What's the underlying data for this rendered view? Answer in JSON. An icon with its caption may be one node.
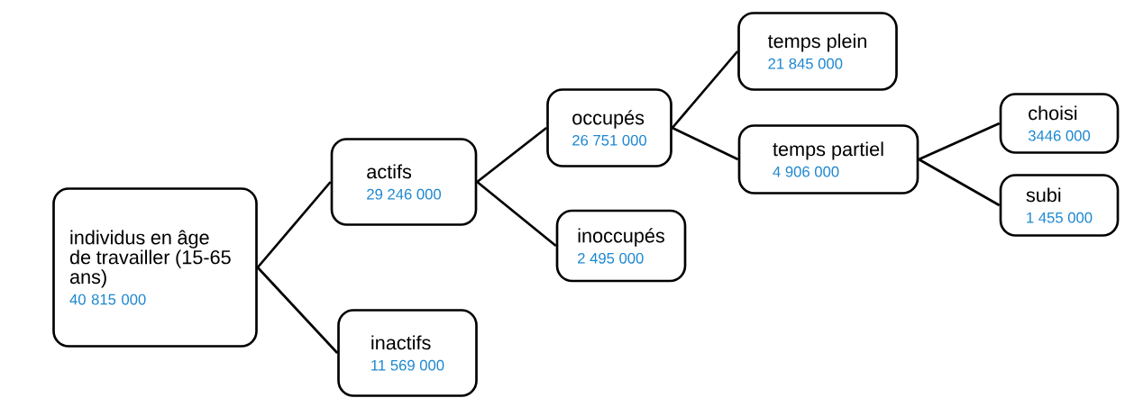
{
  "diagram": {
    "nodes": [
      {
        "text": [
          "individus en âge de travailler (15-65 ans)",
          "40 815 000"
        ]
      },
      {
        "text": [
          "actifs",
          "29 246 000"
        ]
      },
      {
        "text": [
          "inactifs",
          "11 569 000"
        ]
      },
      {
        "text": [
          "occupés",
          "26 751 000"
        ]
      },
      {
        "text": [
          "inoccupés",
          "2 495 000"
        ]
      },
      {
        "text": [
          "temps plein",
          "21 845 000"
        ]
      },
      {
        "text": [
          "temps partiel",
          "4 906 000"
        ]
      },
      {
        "text": [
          "choisi",
          "3446 000"
        ]
      },
      {
        "text": [
          "subi",
          "1 455 000"
        ]
      }
    ],
    "edges": [
      {
        "from": 0,
        "to": 1,
        "arrow": "none"
      },
      {
        "from": 0,
        "to": 2,
        "arrow": "none"
      },
      {
        "from": 1,
        "to": 3,
        "arrow": "none"
      },
      {
        "from": 1,
        "to": 4,
        "arrow": "none"
      },
      {
        "from": 3,
        "to": 5,
        "arrow": "none"
      },
      {
        "from": 3,
        "to": 6,
        "arrow": "none"
      },
      {
        "from": 6,
        "to": 7,
        "arrow": "none"
      },
      {
        "from": 6,
        "to": 8,
        "arrow": "none"
      }
    ]
  }
}
